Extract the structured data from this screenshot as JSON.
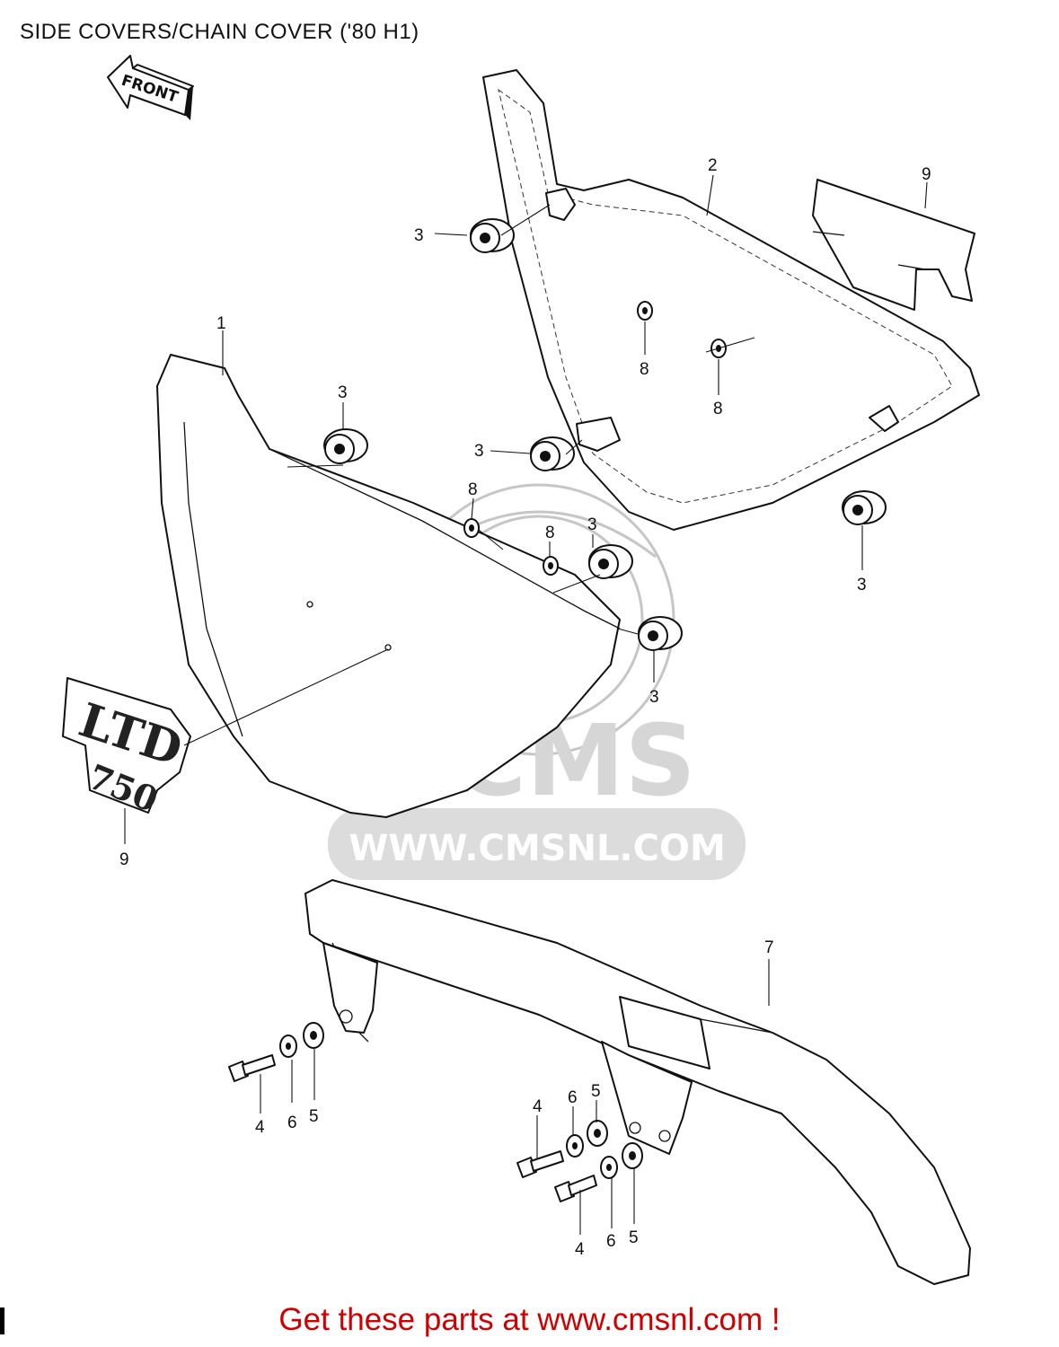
{
  "title": "SIDE COVERS/CHAIN COVER ('80 H1)",
  "front_arrow_label": "FRONT",
  "emblem": {
    "line1": "LTD",
    "line2": "750"
  },
  "watermark": {
    "brand": "CMS",
    "url": "WWW.CMSNL.COM"
  },
  "callouts": {
    "c1": "1",
    "c2": "2",
    "c3a": "3",
    "c3b": "3",
    "c3c": "3",
    "c3d": "3",
    "c3e": "3",
    "c3f": "3",
    "c4a": "4",
    "c4b": "4",
    "c4c": "4",
    "c5a": "5",
    "c5b": "5",
    "c5c": "5",
    "c6a": "6",
    "c6b": "6",
    "c6c": "6",
    "c7": "7",
    "c8a": "8",
    "c8b": "8",
    "c8c": "8",
    "c8d": "8",
    "c9a": "9",
    "c9b": "9"
  },
  "footer": "Get these parts at www.cmsnl.com !",
  "colors": {
    "footer": "#d00000",
    "line": "#111111",
    "watermark": "#bdbdbd"
  }
}
